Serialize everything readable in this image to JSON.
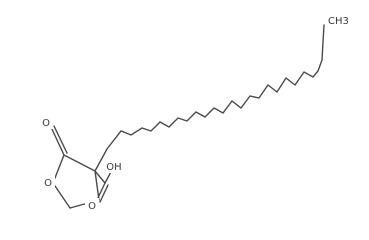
{
  "molecule": {
    "atoms": {
      "ring_oxygen": "O",
      "carbonyl_oxygen": "O",
      "carboxylic_oxygen": "O",
      "hydroxyl": "OH",
      "terminal_methyl": "CH3"
    }
  }
}
